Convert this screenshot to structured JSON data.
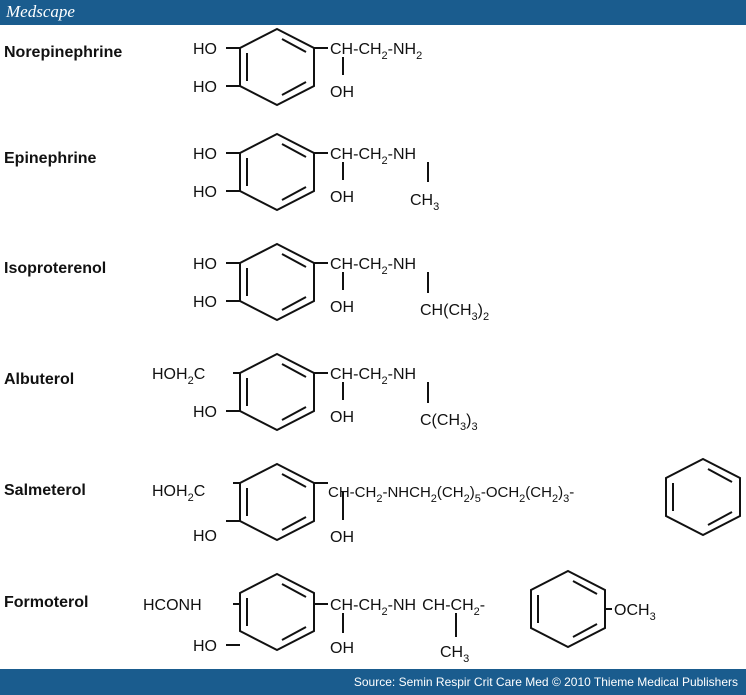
{
  "header": {
    "brand": "Medscape"
  },
  "footer": {
    "source": "Source: Semin Respir Crit Care Med © 2010 Thieme Medical Publishers"
  },
  "compounds": [
    {
      "name": "Norepinephrine",
      "ring_top": "HO",
      "ring_bottom": "HO",
      "chain_main": "CH-CH",
      "chain_sub": "2",
      "chain_tail": "-NH",
      "tail_sub": "2",
      "oh": "OH"
    },
    {
      "name": "Epinephrine",
      "ring_top": "HO",
      "ring_bottom": "HO",
      "chain_main": "CH-CH",
      "chain_sub": "2",
      "chain_tail": "-NH",
      "oh": "OH",
      "substituent": "CH",
      "substituent_sub": "3"
    },
    {
      "name": "Isoproterenol",
      "ring_top": "HO",
      "ring_bottom": "HO",
      "chain_main": "CH-CH",
      "chain_sub": "2",
      "chain_tail": "-NH",
      "oh": "OH",
      "substituent": "CH(CH",
      "substituent_sub": "3",
      "substituent_end": ")",
      "substituent_sub2": "2"
    },
    {
      "name": "Albuterol",
      "ring_top": "HOH",
      "ring_top_sub": "2",
      "ring_top_end": "C",
      "ring_bottom": "HO",
      "chain_main": "CH-CH",
      "chain_sub": "2",
      "chain_tail": "-NH",
      "oh": "OH",
      "substituent": "C(CH",
      "substituent_sub": "3",
      "substituent_end": ")",
      "substituent_sub2": "3"
    },
    {
      "name": "Salmeterol",
      "ring_top": "HOH",
      "ring_top_sub": "2",
      "ring_top_end": "C",
      "ring_bottom": "HO",
      "chain_main": "CH-CH",
      "chain_sub": "2",
      "chain_long_1": "-NHCH",
      "chain_long_sub1": "2",
      "chain_long_2": "(CH",
      "chain_long_sub2": "2",
      "chain_long_3": ")",
      "chain_long_sub3": "5",
      "chain_long_4": "-OCH",
      "chain_long_sub4": "2",
      "chain_long_5": "(CH",
      "chain_long_sub5": "2",
      "chain_long_6": ")",
      "chain_long_sub6": "3",
      "chain_long_7": "-",
      "oh": "OH"
    },
    {
      "name": "Formoterol",
      "ring_top": "HCONH",
      "ring_bottom": "HO",
      "chain_main": "CH-CH",
      "chain_sub": "2",
      "chain_tail": "-NH",
      "chain_extra": "CH-CH",
      "chain_extra_sub": "2",
      "chain_extra_end": "-",
      "oh": "OH",
      "substituent": "CH",
      "substituent_sub": "3",
      "methoxy": "OCH",
      "methoxy_sub": "3"
    }
  ]
}
